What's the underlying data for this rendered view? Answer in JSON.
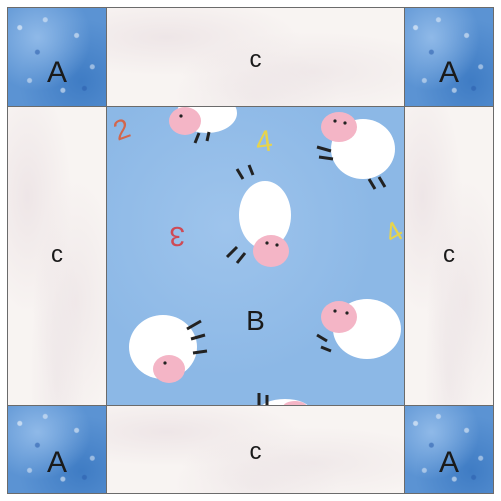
{
  "block": {
    "corner_label": "A",
    "center_label": "B",
    "side_label": "C",
    "colors": {
      "corner_blue": "#5b93d3",
      "center_blue": "#8cb8e6",
      "side_cream": "#f8f4f2",
      "sheep_white": "#ffffff",
      "sheep_face_pink": "#f4b5c6"
    },
    "center_print_glyphs": [
      "2",
      "4",
      "3",
      "4"
    ]
  }
}
